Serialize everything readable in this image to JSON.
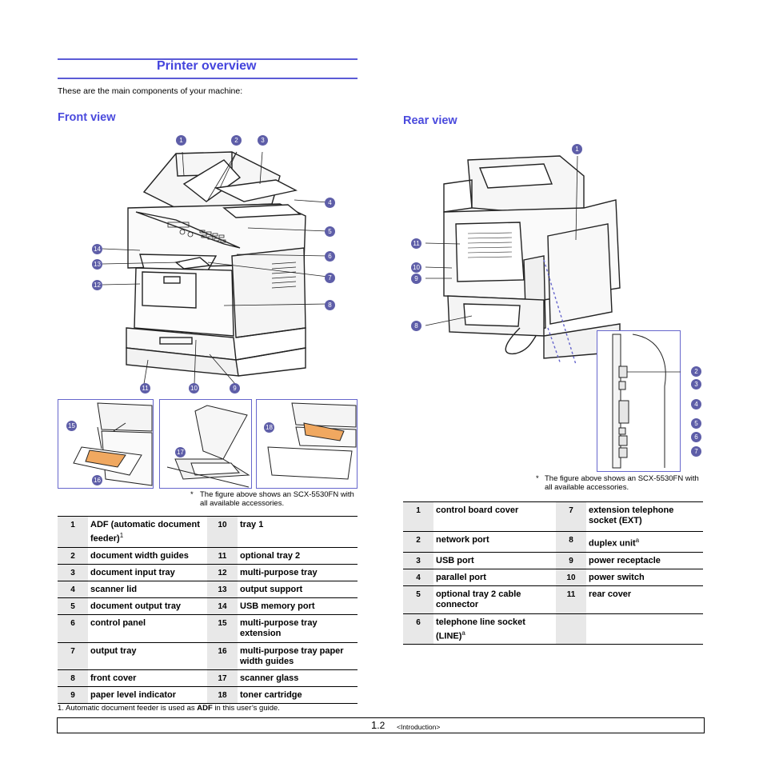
{
  "section_title": "Printer overview",
  "intro": "These are the main components of your machine:",
  "front": {
    "heading": "Front view",
    "callouts": [
      "1",
      "2",
      "3",
      "4",
      "5",
      "6",
      "7",
      "8",
      "9",
      "10",
      "11",
      "12",
      "13",
      "14"
    ],
    "inset_callouts": [
      "15",
      "16",
      "17",
      "18"
    ],
    "note_star": "*",
    "note": "The figure above shows an SCX-5530FN with all available accessories.",
    "parts": [
      {
        "n1": "1",
        "l1": "ADF (automatic document feeder)",
        "sup1": "1",
        "n2": "10",
        "l2": "tray 1"
      },
      {
        "n1": "2",
        "l1": "document width guides",
        "n2": "11",
        "l2": "optional tray 2"
      },
      {
        "n1": "3",
        "l1": "document input tray",
        "n2": "12",
        "l2": "multi-purpose tray"
      },
      {
        "n1": "4",
        "l1": "scanner lid",
        "n2": "13",
        "l2": "output support"
      },
      {
        "n1": "5",
        "l1": "document output tray",
        "n2": "14",
        "l2": "USB memory port"
      },
      {
        "n1": "6",
        "l1": "control panel",
        "n2": "15",
        "l2": "multi-purpose tray extension"
      },
      {
        "n1": "7",
        "l1": "output tray",
        "n2": "16",
        "l2": "multi-purpose tray paper width guides"
      },
      {
        "n1": "8",
        "l1": "front cover",
        "n2": "17",
        "l2": "scanner glass"
      },
      {
        "n1": "9",
        "l1": "paper level indicator",
        "n2": "18",
        "l2": "toner cartridge"
      }
    ],
    "footnote_pre": "1. Automatic document feeder is used as ",
    "footnote_bold": "ADF",
    "footnote_post": " in this user’s guide."
  },
  "rear": {
    "heading": "Rear view",
    "callouts": [
      "1",
      "11",
      "10",
      "9",
      "8"
    ],
    "inset_callouts": [
      "2",
      "3",
      "4",
      "5",
      "6",
      "7"
    ],
    "note_star": "*",
    "note": "The figure above shows an SCX-5530FN with all available accessories.",
    "parts": [
      {
        "n1": "1",
        "l1": "control board cover",
        "n2": "7",
        "l2": "extension telephone socket (EXT)"
      },
      {
        "n1": "2",
        "l1": "network port",
        "n2": "8",
        "l2": "duplex unit",
        "sup2": "a"
      },
      {
        "n1": "3",
        "l1": "USB port",
        "n2": "9",
        "l2": "power receptacle"
      },
      {
        "n1": "4",
        "l1": "parallel port",
        "n2": "10",
        "l2": "power switch"
      },
      {
        "n1": "5",
        "l1": "optional tray 2 cable connector",
        "n2": "11",
        "l2": "rear cover"
      },
      {
        "n1": "6",
        "l1": "telephone line socket (LINE)",
        "sup1": "a",
        "n2": "",
        "l2": ""
      }
    ]
  },
  "footer": {
    "page_major": "1",
    "page_minor": ".2",
    "chapter": "<Introduction>"
  },
  "colors": {
    "accent": "#4444dd",
    "callout": "#5e5ea8",
    "inset_border": "#6666cc"
  }
}
